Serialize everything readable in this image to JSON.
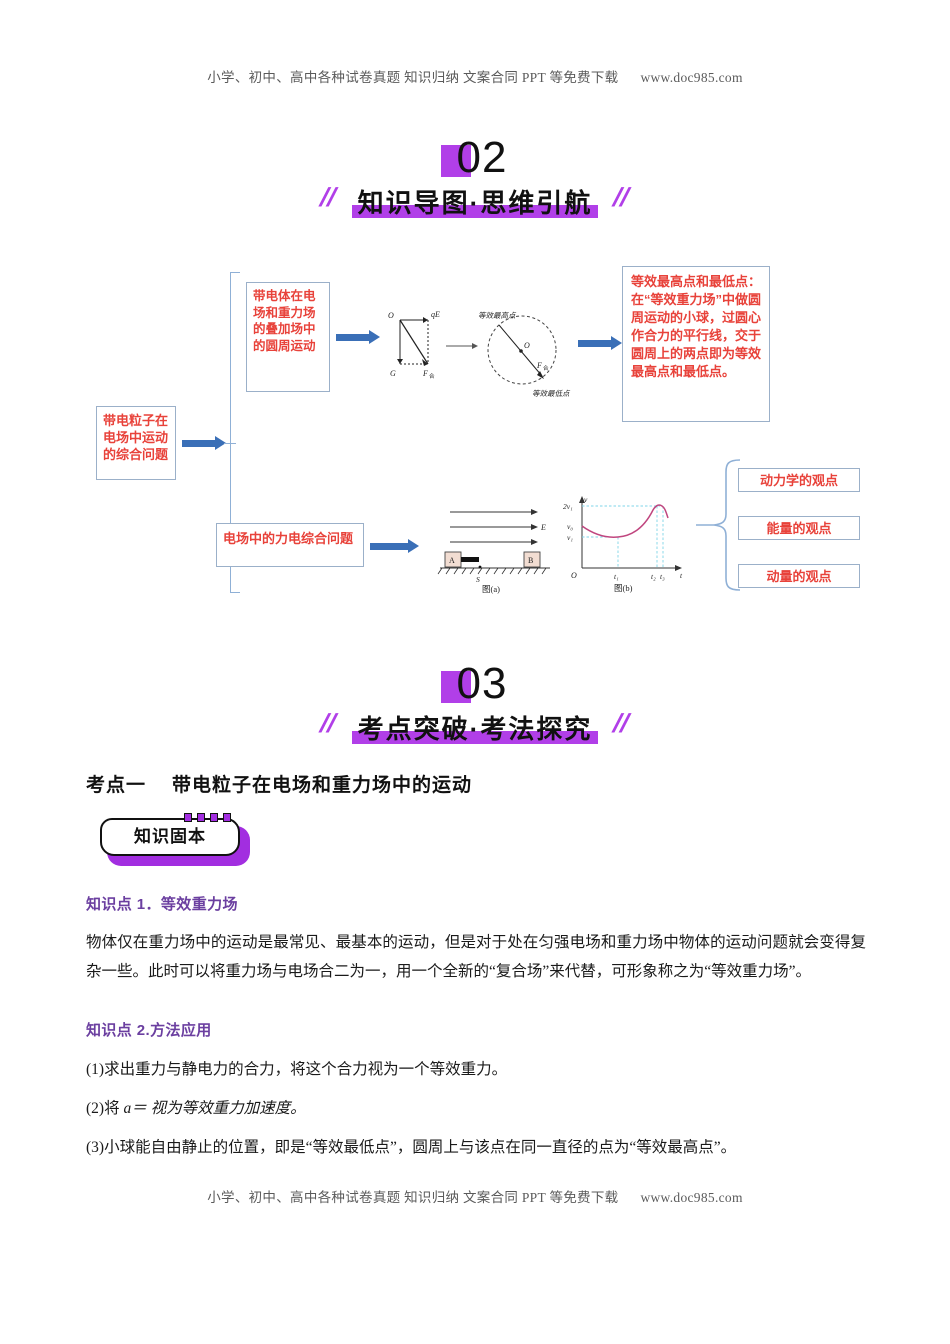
{
  "header": {
    "text": "小学、初中、高中各种试卷真题  知识归纳  文案合同  PPT 等免费下载",
    "url": "www.doc985.com"
  },
  "footer": {
    "text": "小学、初中、高中各种试卷真题  知识归纳  文案合同  PPT 等免费下载",
    "url": "www.doc985.com"
  },
  "banner_02": {
    "number": "02",
    "title": "知识导图·思维引航",
    "slash": "//",
    "accent_color": "#b13fe8"
  },
  "banner_03": {
    "number": "03",
    "title": "考点突破·考法探究",
    "slash": "//",
    "accent_color": "#b13fe8"
  },
  "flowchart": {
    "root": "带电粒子在电场中运动的综合问题",
    "branch_top": "带电体在电场和重力场的叠加场中的圆周运动",
    "branch_bottom": "电场中的力电综合问题",
    "conclusion": "等效最高点和最低点：在“等效重力场”中做圆周运动的小球，过圆心作合力的平行线，交于圆周上的两点即为等效最高点和最低点。",
    "viewpoints": [
      "动力学的观点",
      "能量的观点",
      "动量的观点"
    ],
    "diagram_circle": {
      "vector_origin": "O",
      "vector_qE": "qE",
      "vector_G": "G",
      "vector_F": "F合",
      "circle_center": "O",
      "circle_force": "F合",
      "label_top": "等效最高点",
      "label_bottom": "等效最低点"
    },
    "diagram_a": {
      "caption": "图(a)",
      "field_label": "E",
      "block_left": "A",
      "block_right": "B",
      "spring_label": "S"
    },
    "diagram_b": {
      "caption": "图(b)",
      "y_axis": "v",
      "x_axis": "t",
      "origin": "O",
      "y_ticks": [
        "2v₁",
        "v₀",
        "v₁"
      ],
      "x_ticks": [
        "t₁",
        "t₂",
        "t₃"
      ],
      "curve_color": "#c0467f"
    },
    "box_border_color": "#9bb0c9",
    "text_color": "#e8423a",
    "arrow_color": "#3a6fb7",
    "connector_color": "#8fb0d6"
  },
  "kaodian": {
    "label": "考点一",
    "title": "带电粒子在电场和重力场中的运动"
  },
  "badge": {
    "label": "知识固本"
  },
  "knowledge_1": {
    "heading": "知识点 1．等效重力场",
    "body": "物体仅在重力场中的运动是最常见、最基本的运动，但是对于处在匀强电场和重力场中物体的运动问题就会变得复杂一些。此时可以将重力场与电场合二为一，用一个全新的“复合场”来代替，可形象称之为“等效重力场”。"
  },
  "knowledge_2": {
    "heading": "知识点 2.方法应用",
    "item1": "(1)求出重力与静电力的合力，将这个合力视为一个等效重力。",
    "item2_prefix": "(2)将 ",
    "item2_italic": "a＝ 视为等效重力加速度。",
    "item3": "(3)小球能自由静止的位置，即是“等效最低点”，圆周上与该点在同一直径的点为“等效最高点”。"
  }
}
